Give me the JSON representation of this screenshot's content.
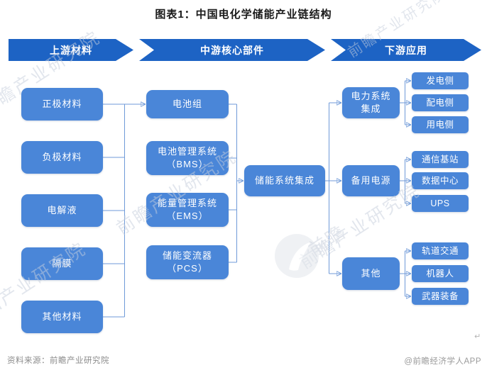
{
  "title": "图表1：中国电化学储能产业链结构",
  "stages": [
    {
      "label": "上游材料"
    },
    {
      "label": "中游核心部件"
    },
    {
      "label": "下游应用"
    }
  ],
  "upstream": [
    "正极材料",
    "负极材料",
    "电解液",
    "隔膜",
    "其他材料"
  ],
  "midstream": [
    "电池组",
    "电池管理系统\n（BMS）",
    "能量管理系统\n（EMS）",
    "储能变流器\n（PCS）"
  ],
  "integration": "储能系统集成",
  "downstream": [
    {
      "group": "电力系统\n集成",
      "items": [
        "发电侧",
        "配电侧",
        "用电侧"
      ]
    },
    {
      "group": "备用电源",
      "items": [
        "通信基站",
        "数据中心",
        "UPS"
      ]
    },
    {
      "group": "其他",
      "items": [
        "轨道交通",
        "机器人",
        "武器装备"
      ]
    }
  ],
  "footer": {
    "source": "资料来源：前瞻产业研究院",
    "credit": "@前瞻经济学人APP",
    "return_mark": "↵"
  },
  "watermark": {
    "text": "前瞻产业研究院",
    "brand": "前瞻"
  },
  "colors": {
    "stage_fill": "#1d63c4",
    "box_fill": "#4a86d8",
    "connector": "#6f9ad8",
    "box_text": "#ffffff"
  }
}
